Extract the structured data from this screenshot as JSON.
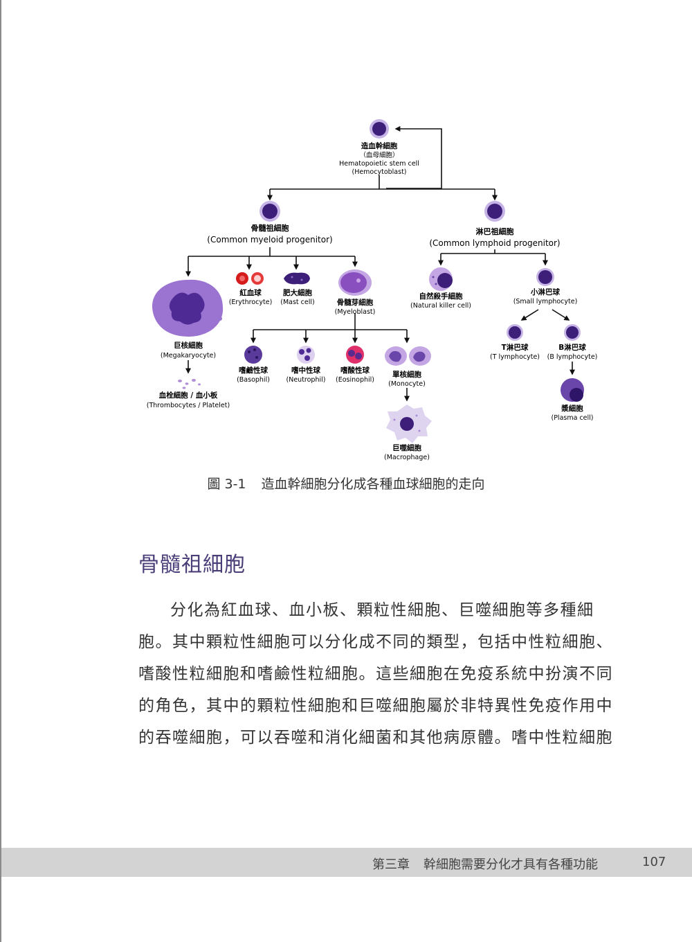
{
  "figure": {
    "caption_number": "圖 3-1",
    "caption_text": "造血幹細胞分化成各種血球細胞的走向",
    "nodes": {
      "hsc": {
        "zh": "造血幹細胞",
        "alt": "（血母細胞）",
        "en": "Hematopoietic stem cell",
        "en2": "(Hemocytoblast)"
      },
      "myeloid": {
        "zh": "骨髓祖細胞",
        "en": "(Common myeloid progenitor)"
      },
      "lymphoid": {
        "zh": "淋巴祖細胞",
        "en": "(Common lymphoid progenitor)"
      },
      "megakaryocyte": {
        "zh": "巨核細胞",
        "en": "(Megakaryocyte)"
      },
      "platelet": {
        "zh": "血栓細胞 / 血小板",
        "en": "(Thrombocytes / Platelet)"
      },
      "erythrocyte": {
        "zh": "紅血球",
        "en": "(Erythrocyte)"
      },
      "mast": {
        "zh": "肥大細胞",
        "en": "(Mast cell)"
      },
      "myeloblast": {
        "zh": "骨髓芽細胞",
        "en": "(Myeloblast)"
      },
      "basophil": {
        "zh": "嗜鹼性球",
        "en": "(Basophil)"
      },
      "neutrophil": {
        "zh": "嗜中性球",
        "en": "(Neutrophil)"
      },
      "eosinophil": {
        "zh": "嗜酸性球",
        "en": "(Eosinophil)"
      },
      "monocyte": {
        "zh": "單核細胞",
        "en": "(Monocyte)"
      },
      "macrophage": {
        "zh": "巨噬細胞",
        "en": "(Macrophage)"
      },
      "nk": {
        "zh": "自然殺手細胞",
        "en": "(Natural killer cell)"
      },
      "small_lymph": {
        "zh": "小淋巴球",
        "en": "(Small lymphocyte)"
      },
      "t_lymph": {
        "zh": "T淋巴球",
        "en": "(T lymphocyte)"
      },
      "b_lymph": {
        "zh": "B淋巴球",
        "en": "(B lymphocyte)"
      },
      "plasma": {
        "zh": "漿細胞",
        "en": "(Plasma cell)"
      }
    }
  },
  "section": {
    "title": "骨髓祖細胞",
    "paragraph": "分化為紅血球、血小板、顆粒性細胞、巨噬細胞等多種細胞。其中顆粒性細胞可以分化成不同的類型，包括中性粒細胞、嗜酸性粒細胞和嗜鹼性粒細胞。這些細胞在免疫系統中扮演不同的角色，其中的顆粒性細胞和巨噬細胞屬於非特異性免疫作用中的吞噬細胞，可以吞噬和消化細菌和其他病原體。嗜中性粒細胞"
  },
  "footer": {
    "chapter": "第三章",
    "chapter_title": "幹細胞需要分化才具有各種功能",
    "page_number": "107"
  },
  "colors": {
    "nucleus": "#3d1f7a",
    "cytoplasm": "#b08fd6",
    "heading": "#4a3d78",
    "erythrocyte": "#d41c1c",
    "eosinophil": "#e0306a",
    "footer_bg": "#d3d3d3"
  }
}
